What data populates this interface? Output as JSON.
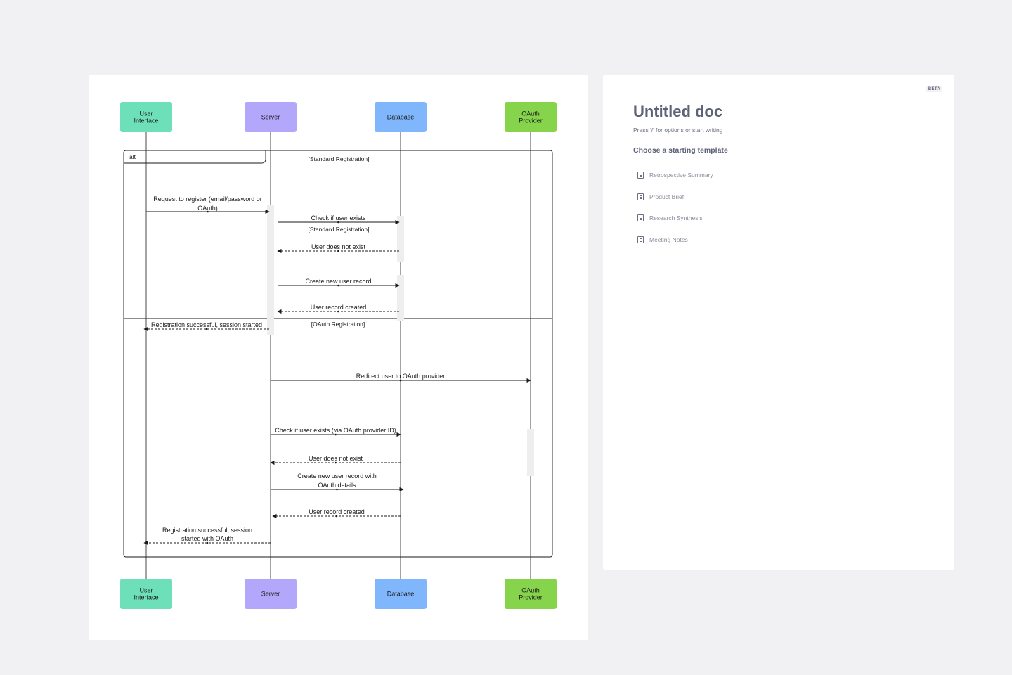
{
  "diagram": {
    "actors": [
      {
        "id": "ui",
        "label_lines": [
          "User",
          "Interface"
        ],
        "color": "#6ee0b9"
      },
      {
        "id": "server",
        "label_lines": [
          "Server"
        ],
        "color": "#b3a7fb"
      },
      {
        "id": "db",
        "label_lines": [
          "Database"
        ],
        "color": "#80b6fb"
      },
      {
        "id": "oauth",
        "label_lines": [
          "OAuth",
          "Provider"
        ],
        "color": "#86d44b"
      }
    ],
    "frame": {
      "tag": "alt",
      "sections": [
        {
          "guard": "[Standard Registration]"
        },
        {
          "guard": "[OAuth Registration]"
        }
      ]
    },
    "messages": [
      {
        "from": "ui",
        "to": "server",
        "label_lines": [
          "Request to register (email/password or",
          "OAuth)"
        ],
        "style": "solid"
      },
      {
        "from": "server",
        "to": "db",
        "label_lines": [
          "Check if user exists"
        ],
        "style": "solid"
      },
      {
        "from": "db",
        "to": "server",
        "label_lines": [
          "User does not exist"
        ],
        "style": "dashed"
      },
      {
        "from": "server",
        "to": "db",
        "label_lines": [
          "Create new user record"
        ],
        "style": "solid"
      },
      {
        "from": "db",
        "to": "server",
        "label_lines": [
          "User record created"
        ],
        "style": "dashed"
      },
      {
        "from": "server",
        "to": "ui",
        "label_lines": [
          "Registration successful, session started"
        ],
        "style": "dashed"
      },
      {
        "from": "server",
        "to": "oauth",
        "label_lines": [
          "Redirect user to OAuth provider"
        ],
        "style": "solid"
      },
      {
        "from": "server",
        "to": "db",
        "label_lines": [
          "Check if user exists (via OAuth provider ID)"
        ],
        "style": "solid"
      },
      {
        "from": "db",
        "to": "server",
        "label_lines": [
          "User does not exist"
        ],
        "style": "dashed"
      },
      {
        "from": "server",
        "to": "db",
        "label_lines": [
          "Create new user record with",
          "OAuth details"
        ],
        "style": "solid"
      },
      {
        "from": "db",
        "to": "server",
        "label_lines": [
          "User record created"
        ],
        "style": "dashed"
      },
      {
        "from": "server",
        "to": "ui",
        "label_lines": [
          "Registration successful, session",
          "started with OAuth"
        ],
        "style": "dashed"
      }
    ],
    "inner_guard": "[Standard Registration]"
  },
  "doc": {
    "badge": "BETA",
    "title": "Untitled doc",
    "hint": "Press '/' for options or start writing",
    "subheading": "Choose a starting template",
    "templates": [
      {
        "label": "Retrospective Summary",
        "icon": "document-icon"
      },
      {
        "label": "Product Brief",
        "icon": "document-icon"
      },
      {
        "label": "Research Synthesis",
        "icon": "document-icon"
      },
      {
        "label": "Meeting Notes",
        "icon": "document-icon"
      }
    ]
  }
}
